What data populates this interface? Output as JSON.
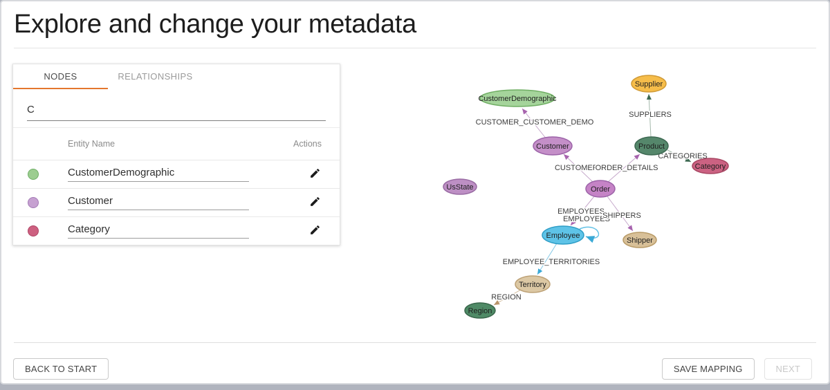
{
  "window": {
    "title": "Explore and change your metadata"
  },
  "panel": {
    "tabs": {
      "nodes": "NODES",
      "relationships": "RELATIONSHIPS",
      "active": "NODES"
    },
    "search": {
      "value": "C"
    },
    "table": {
      "columns": {
        "entity": "Entity Name",
        "actions": "Actions"
      },
      "rows": [
        {
          "name": "CustomerDemographic",
          "color": "#9ccd90",
          "border_color": "#6fae66"
        },
        {
          "name": "Customer",
          "color": "#c6a1d1",
          "border_color": "#a379b5"
        },
        {
          "name": "Category",
          "color": "#cd6080",
          "border_color": "#ae4465"
        }
      ]
    }
  },
  "graph": {
    "nodes": [
      {
        "label": "CustomerDemographic",
        "fill": "#a5d49b",
        "stroke": "#6fae63"
      },
      {
        "label": "Supplier",
        "fill": "#f6bd4a",
        "stroke": "#d09a36"
      },
      {
        "label": "Customer",
        "fill": "#c48fc8",
        "stroke": "#9c63a8"
      },
      {
        "label": "Product",
        "fill": "#55876b",
        "stroke": "#3d6952"
      },
      {
        "label": "Category",
        "fill": "#cb6282",
        "stroke": "#a84662"
      },
      {
        "label": "UsState",
        "fill": "#bd8fc4",
        "stroke": "#996ba3"
      },
      {
        "label": "Order",
        "fill": "#c583c6",
        "stroke": "#9c63a8"
      },
      {
        "label": "Employee",
        "fill": "#5ec3e7",
        "stroke": "#2e9dc6"
      },
      {
        "label": "Shipper",
        "fill": "#d8c098",
        "stroke": "#b89a66"
      },
      {
        "label": "Territory",
        "fill": "#dcc8a4",
        "stroke": "#bda176"
      },
      {
        "label": "Region",
        "fill": "#4f8a66",
        "stroke": "#39664b"
      }
    ],
    "edges": [
      {
        "label": "CUSTOMER_CUSTOMER_DEMO",
        "from": "Customer",
        "to": "CustomerDemographic"
      },
      {
        "label": "SUPPLIERS",
        "from": "Product",
        "to": "Supplier"
      },
      {
        "label": "CATEGORIES",
        "from": "Product",
        "to": "Category"
      },
      {
        "label": "CUSTOMERS",
        "from": "Order",
        "to": "Customer"
      },
      {
        "label": "ORDER_DETAILS",
        "from": "Order",
        "to": "Product"
      },
      {
        "label": "EMPLOYEES",
        "from": "Order",
        "to": "Employee"
      },
      {
        "label": "EMPLOYEES",
        "from": "Employee",
        "to": "Employee"
      },
      {
        "label": "SHIPPERS",
        "from": "Order",
        "to": "Shipper"
      },
      {
        "label": "EMPLOYEE_TERRITORIES",
        "from": "Employee",
        "to": "Territory"
      },
      {
        "label": "REGION",
        "from": "Territory",
        "to": "Region"
      }
    ]
  },
  "footer": {
    "back_label": "BACK TO START",
    "save_label": "SAVE MAPPING",
    "next_label": "NEXT",
    "accent_color": "#e4762d"
  }
}
